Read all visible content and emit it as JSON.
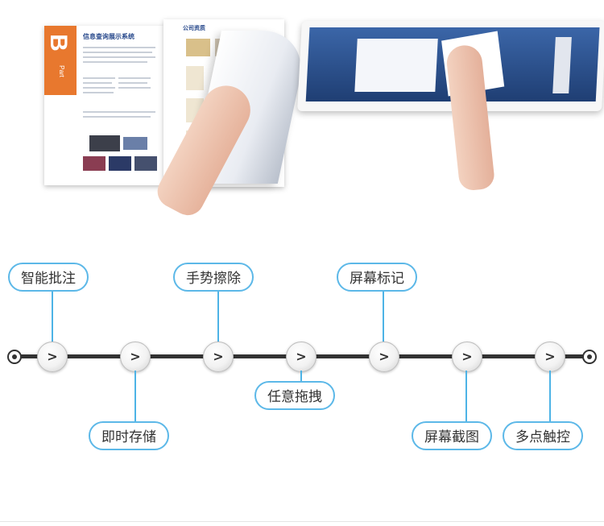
{
  "illustration": {
    "booklet_part_letter": "B",
    "booklet_part_label": "Part",
    "booklet_title": "信息查询展示系统",
    "booklet_right_title": "公司资质"
  },
  "timeline": {
    "node_glyph": ">",
    "features": [
      {
        "label": "智能批注"
      },
      {
        "label": "即时存储"
      },
      {
        "label": "手势擦除"
      },
      {
        "label": "任意拖拽"
      },
      {
        "label": "屏幕标记"
      },
      {
        "label": "屏幕截图"
      },
      {
        "label": "多点触控"
      }
    ]
  },
  "colors": {
    "accent_blue": "#5cb8e8",
    "line": "#333333",
    "part_orange": "#e8782e"
  }
}
